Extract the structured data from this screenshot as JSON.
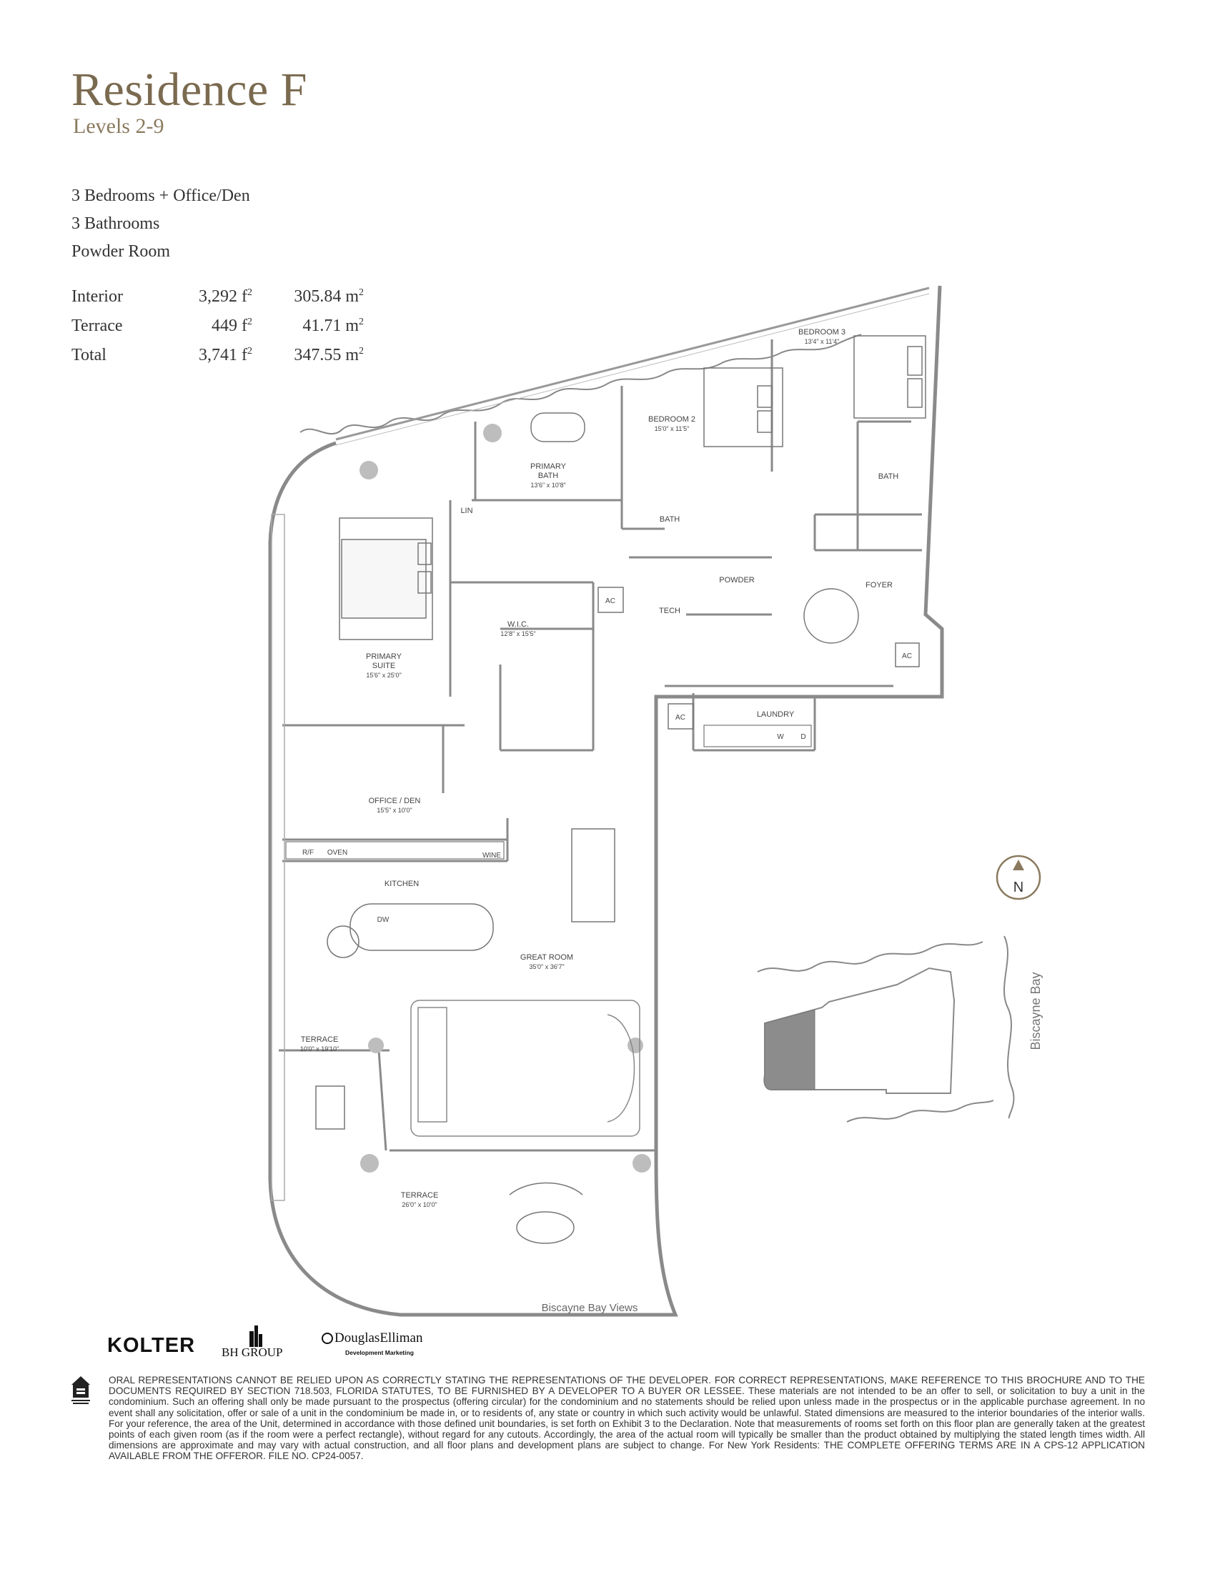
{
  "header": {
    "title": "Residence F",
    "subtitle": "Levels 2-9"
  },
  "features": [
    "3 Bedrooms + Office/Den",
    "3 Bathrooms",
    "Powder Room"
  ],
  "areas": [
    {
      "label": "Interior",
      "sqft": "3,292 f",
      "sqm": "305.84 m"
    },
    {
      "label": "Terrace",
      "sqft": "449 f",
      "sqm": "41.71 m"
    },
    {
      "label": "Total",
      "sqft": "3,741 f",
      "sqm": "347.55 m"
    }
  ],
  "area_unit_exp": "2",
  "rooms": {
    "bedroom3": {
      "name": "BEDROOM 3",
      "dim": "13'4\" x 11'4\""
    },
    "bedroom2": {
      "name": "BEDROOM 2",
      "dim": "15'0\" x 11'5\""
    },
    "primary_bath": {
      "name": "PRIMARY BATH",
      "line1": "PRIMARY",
      "line2": "BATH",
      "dim": "13'6\" x 10'8\""
    },
    "primary_suite": {
      "line1": "PRIMARY",
      "line2": "SUITE",
      "dim": "15'6\" x 25'0\""
    },
    "wic": {
      "name": "W.I.C.",
      "dim": "12'8\" x 15'5\""
    },
    "office": {
      "name": "OFFICE / DEN",
      "dim": "15'5\" x 10'0\""
    },
    "kitchen": {
      "name": "KITCHEN"
    },
    "great_room": {
      "name": "GREAT ROOM",
      "dim": "35'0\" x 36'7\""
    },
    "terrace_small": {
      "name": "TERRACE",
      "dim": "10'0\" x 19'10\""
    },
    "terrace_large": {
      "name": "TERRACE",
      "dim": "26'0\" x 10'0\""
    },
    "bath_b2": {
      "name": "BATH"
    },
    "bath_b3": {
      "name": "BATH"
    },
    "powder": {
      "name": "POWDER"
    },
    "foyer": {
      "name": "FOYER"
    },
    "laundry": {
      "name": "LAUNDRY"
    },
    "tech": {
      "name": "TECH"
    },
    "lin": {
      "name": "LIN"
    }
  },
  "fixtures": {
    "ac": "AC",
    "washer": "W",
    "dryer": "D",
    "refrigerator": "R/F",
    "oven": "OVEN",
    "wine": "WINE",
    "dishwasher": "DW"
  },
  "views_label": "Biscayne Bay Views",
  "keyplan": {
    "water_label": "Biscayne Bay",
    "north": "N"
  },
  "logos": {
    "kolter": "KOLTER",
    "bh": "BH GROUP",
    "de": "DouglasElliman",
    "de_sub": "Development Marketing"
  },
  "disclaimer": "ORAL REPRESENTATIONS CANNOT BE RELIED UPON AS CORRECTLY STATING THE REPRESENTATIONS OF THE DEVELOPER. FOR CORRECT REPRESENTATIONS, MAKE REFERENCE TO THIS BROCHURE AND TO THE DOCUMENTS REQUIRED BY SECTION 718.503, FLORIDA STATUTES, TO BE FURNISHED BY A DEVELOPER TO A BUYER OR LESSEE. These materials are not intended to be an offer to sell, or solicitation to buy a unit in the condominium. Such an offering shall only be made pursuant to the prospectus (offering circular) for the condominium and no statements should be relied upon unless made in the prospectus or in the applicable purchase agreement. In no event shall any solicitation, offer or sale of a unit in the condominium be made in, or to residents of, any state or country in which such activity would be unlawful. Stated dimensions are measured to the interior boundaries of the interior walls. For your reference, the area of the Unit, determined in accordance with those defined unit boundaries, is set forth on Exhibit 3 to the Declaration. Note that measurements of rooms set forth on this floor plan are generally taken at the greatest points of each given room (as if the room were a perfect rectangle), without regard for any cutouts. Accordingly, the area of the actual room will typically be smaller than the product obtained by multiplying the stated length times width. All dimensions are approximate and may vary with actual construction, and all floor plans and development plans are subject to change. For New York Residents: THE COMPLETE OFFERING TERMS ARE IN A CPS-12 APPLICATION AVAILABLE FROM THE OFFEROR. FILE NO. CP24-0057.",
  "colors": {
    "title": "#7a6a4f",
    "wall": "#8a8a8a",
    "highlight_unit": "#888888",
    "north_ring": "#8a7a5e"
  }
}
